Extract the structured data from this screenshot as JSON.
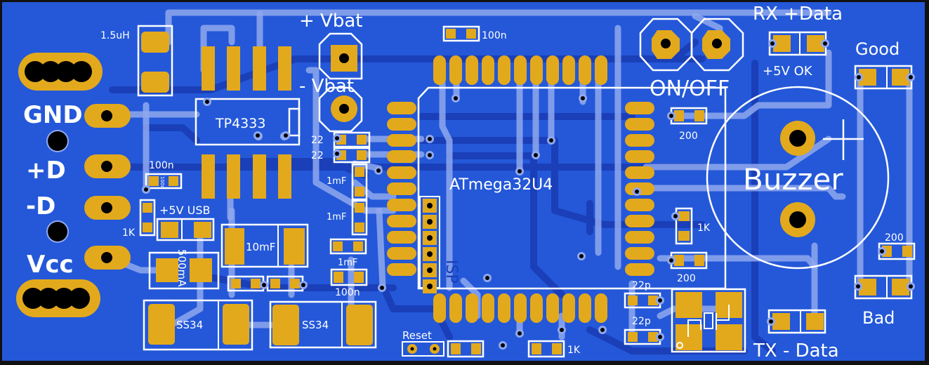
{
  "board": {
    "title": "ATmega32U4 USB board with TP4333 charger",
    "colors": {
      "substrate": "#2458d8",
      "pad": "#e3a91c",
      "silkscreen": "#ffffff",
      "top_trace": "#8fa8ee",
      "bottom_trace": "#1a3fb8",
      "border": "#111111"
    }
  },
  "connector_labels": {
    "gnd": "GND",
    "dplus": "+D",
    "dminus": "-D",
    "vcc": "Vcc"
  },
  "battery": {
    "plus_label": "+ Vbat",
    "minus_label": "- Vbat"
  },
  "switch": {
    "label": "ON/OFF"
  },
  "chips": {
    "mcu": "ATmega32U4",
    "charger": "TP4333",
    "isp": "ISP"
  },
  "buzzer": {
    "label": "Buzzer",
    "polarity": "+"
  },
  "leds": {
    "rx": "RX +Data",
    "tx": "TX - Data",
    "good": "Good",
    "bad": "Bad",
    "power_ok": "+5V OK",
    "usb": "+5V USB"
  },
  "components": {
    "inductor": "1.5uH",
    "cap_top_mcu": "100n",
    "cap_left": "100n",
    "cap_left_vertical": "100n",
    "res_usb_led": "1K",
    "fuse": "500mA",
    "cap_bulk": "10mF",
    "cap_1mF_a": "1mF",
    "cap_1mF_b": "1mF",
    "cap_1mF_c": "1mF",
    "cap_100n_bottom": "100n",
    "res_22_a": "22",
    "res_22_b": "22",
    "diode_a": "SS34",
    "diode_b": "SS34",
    "reset_label": "Reset",
    "res_reset_1k": "1K",
    "res_200_top": "200",
    "res_1k_right": "1K",
    "res_200_mid": "200",
    "res_200_right": "200",
    "cap_22p_a": "22p",
    "cap_22p_b": "22p"
  }
}
